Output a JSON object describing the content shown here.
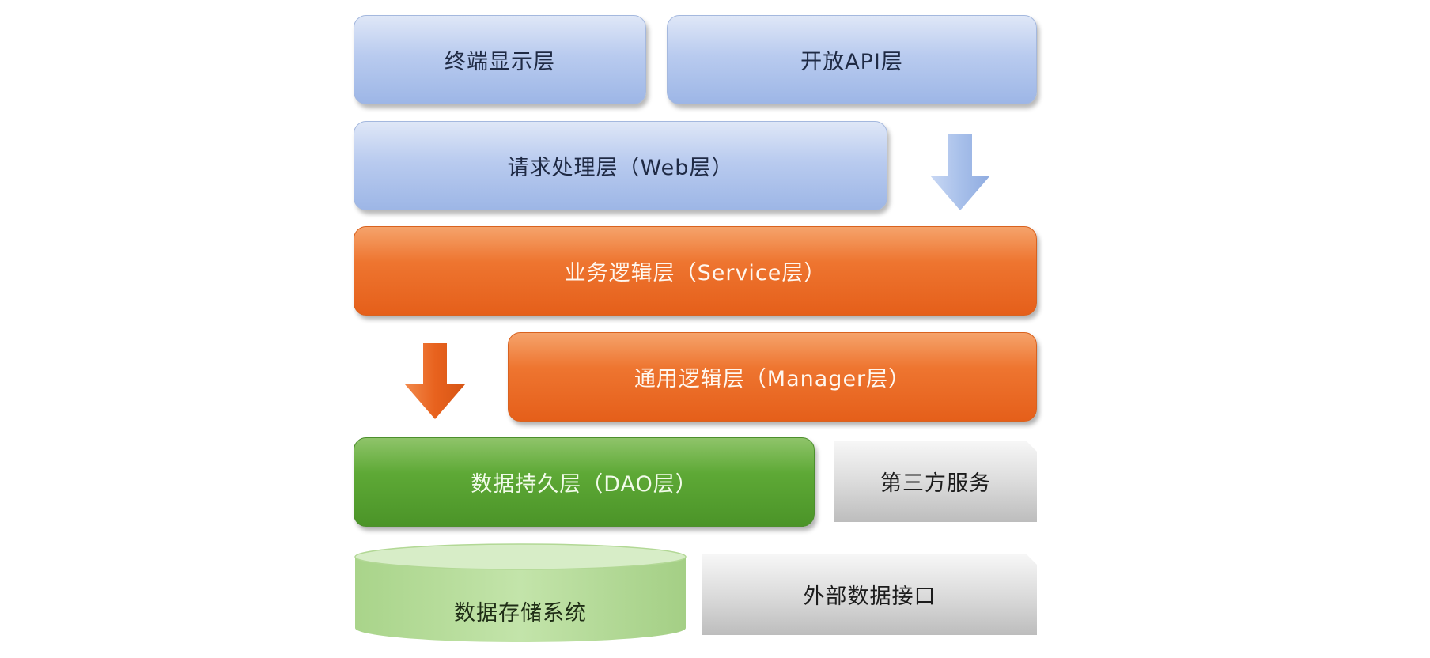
{
  "layers": {
    "terminal": "终端显示层",
    "open_api": "开放API层",
    "web": "请求处理层（Web层）",
    "service": "业务逻辑层（Service层）",
    "manager": "通用逻辑层（Manager层）",
    "dao": "数据持久层（DAO层）",
    "third_party": "第三方服务",
    "storage": "数据存储系统",
    "external": "外部数据接口"
  },
  "colors": {
    "blue_layer": "#b9cbef",
    "orange_layer": "#ee7530",
    "green_layer": "#5ea936",
    "storage_layer": "#b7dc9a",
    "grey_layer": "#d6d6d6",
    "blue_arrow": "#a8c0ea",
    "orange_arrow": "#e8621e"
  },
  "icons": [
    "down-arrow-icon",
    "down-arrow-icon"
  ]
}
